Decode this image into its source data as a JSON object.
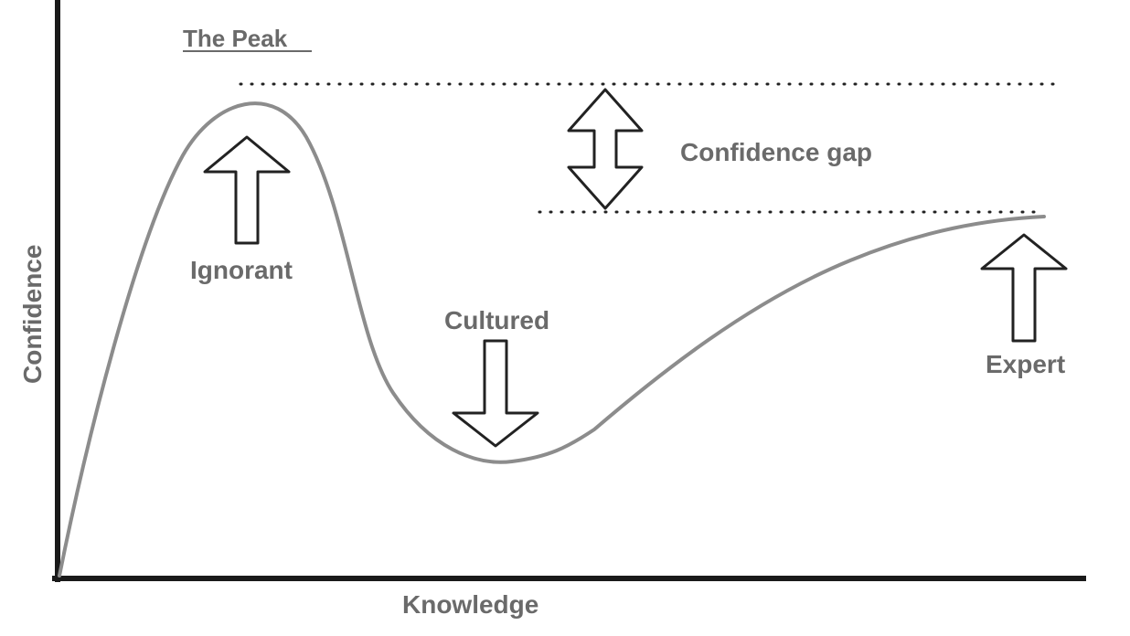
{
  "diagram": {
    "title": "The Peak",
    "axes": {
      "x_label": "Knowledge",
      "y_label": "Confidence"
    },
    "annotations": {
      "ignorant": "Ignorant",
      "cultured": "Cultured",
      "expert": "Expert",
      "gap": "Confidence gap"
    },
    "colors": {
      "axis": "#1a1a1a",
      "curve": "#8c8c8c",
      "text": "#6a6a6a",
      "arrow_stroke": "#222222"
    },
    "icons": [
      "up-arrow-icon",
      "down-arrow-icon",
      "double-arrow-icon"
    ]
  }
}
